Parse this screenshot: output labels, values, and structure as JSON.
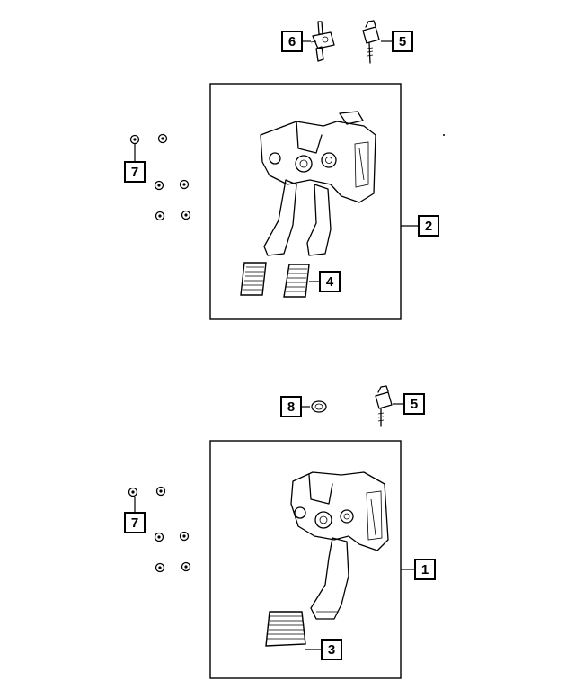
{
  "diagram": {
    "callouts": [
      {
        "key": "c6",
        "label": "6"
      },
      {
        "key": "c5a",
        "label": "5"
      },
      {
        "key": "c7a",
        "label": "7"
      },
      {
        "key": "c2",
        "label": "2"
      },
      {
        "key": "c4",
        "label": "4"
      },
      {
        "key": "c8",
        "label": "8"
      },
      {
        "key": "c5b",
        "label": "5"
      },
      {
        "key": "c7b",
        "label": "7"
      },
      {
        "key": "c1",
        "label": "1"
      },
      {
        "key": "c3",
        "label": "3"
      }
    ],
    "colors": {
      "ink": "#000000",
      "background": "#ffffff"
    }
  }
}
